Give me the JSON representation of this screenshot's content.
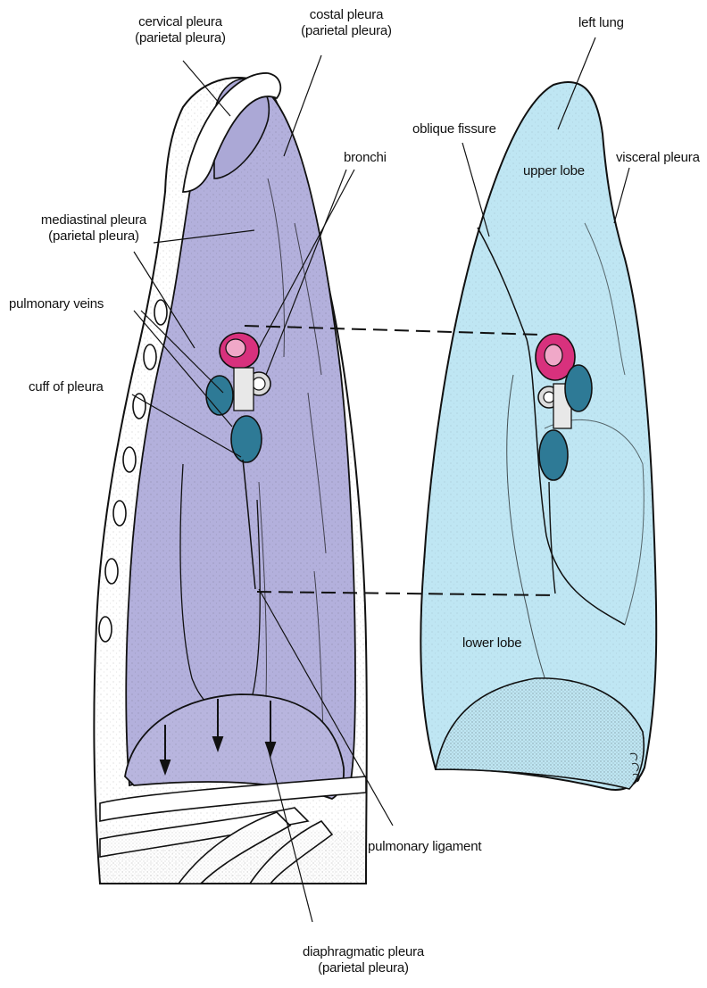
{
  "colors": {
    "parietal_fill": "#b3b0dc",
    "lung_fill": "#bfe6f3",
    "vein_fill": "#2e7a96",
    "artery_fill": "#d8317d",
    "line": "#111111"
  },
  "labels": {
    "cervical_pleura": {
      "line1": "cervical pleura",
      "line2": "(parietal pleura)"
    },
    "costal_pleura": {
      "line1": "costal pleura",
      "line2": "(parietal pleura)"
    },
    "left_lung": "left lung",
    "oblique_fissure": "oblique fissure",
    "bronchi": "bronchi",
    "upper_lobe": "upper lobe",
    "visceral_pleura": "visceral pleura",
    "mediastinal_pleura": {
      "line1": "mediastinal pleura",
      "line2": "(parietal pleura)"
    },
    "pulmonary_veins": "pulmonary veins",
    "cuff_of_pleura": "cuff of pleura",
    "lower_lobe": "lower lobe",
    "pulmonary_ligament": "pulmonary ligament",
    "diaphragmatic_pleura": {
      "line1": "diaphragmatic pleura",
      "line2": "(parietal pleura)"
    }
  }
}
